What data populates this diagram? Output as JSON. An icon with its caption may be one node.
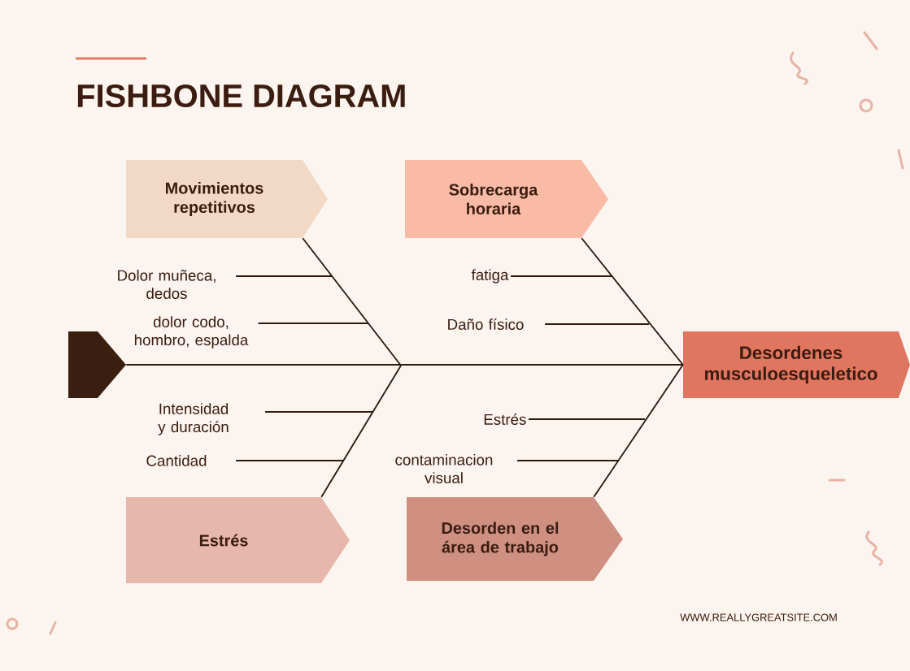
{
  "diagram": {
    "title": "FISHBONE DIAGRAM",
    "nodes": [
      {
        "text": [],
        "shape": "box"
      },
      {
        "text": [
          "Movimientos repetitivos"
        ]
      },
      {
        "text": [
          "Sobrecarga horaria"
        ]
      },
      {
        "text": [
          "Estrés"
        ]
      },
      {
        "text": [
          "Desorden en el área de trabajo"
        ]
      },
      {
        "text": [
          "Desordenes musculoesqueletico"
        ]
      },
      {
        "text": [
          "Dolor muñeca, dedos"
        ]
      },
      {
        "text": [
          "dolor codo, hombro, espalda"
        ]
      },
      {
        "text": [
          "fatiga"
        ]
      },
      {
        "text": [
          "Daño físico"
        ]
      },
      {
        "text": [
          "Intensidad y duración"
        ]
      },
      {
        "text": [
          "Cantidad"
        ]
      },
      {
        "text": [
          "Estrés"
        ]
      },
      {
        "text": [
          "contaminacion visual"
        ]
      }
    ],
    "edges": [
      {
        "from": 0,
        "to": 5,
        "arrow": "none"
      },
      {
        "from": 1,
        "to": null,
        "arrow": "none"
      },
      {
        "from": 2,
        "to": 5,
        "arrow": "none"
      },
      {
        "from": 3,
        "to": null,
        "arrow": "none"
      },
      {
        "from": 4,
        "to": 5,
        "arrow": "none"
      },
      {
        "from": 6,
        "to": null,
        "arrow": "none"
      },
      {
        "from": 7,
        "to": null,
        "arrow": "none"
      },
      {
        "from": 8,
        "to": null,
        "arrow": "none"
      },
      {
        "from": 9,
        "to": null,
        "arrow": "none"
      },
      {
        "from": 10,
        "to": null,
        "arrow": "none"
      },
      {
        "from": 11,
        "to": null,
        "arrow": "none"
      },
      {
        "from": 12,
        "to": null,
        "arrow": "none"
      },
      {
        "from": 13,
        "to": null,
        "arrow": "none"
      }
    ],
    "labels": [
      "WWW.REALLYGREATSITE.COM"
    ]
  }
}
